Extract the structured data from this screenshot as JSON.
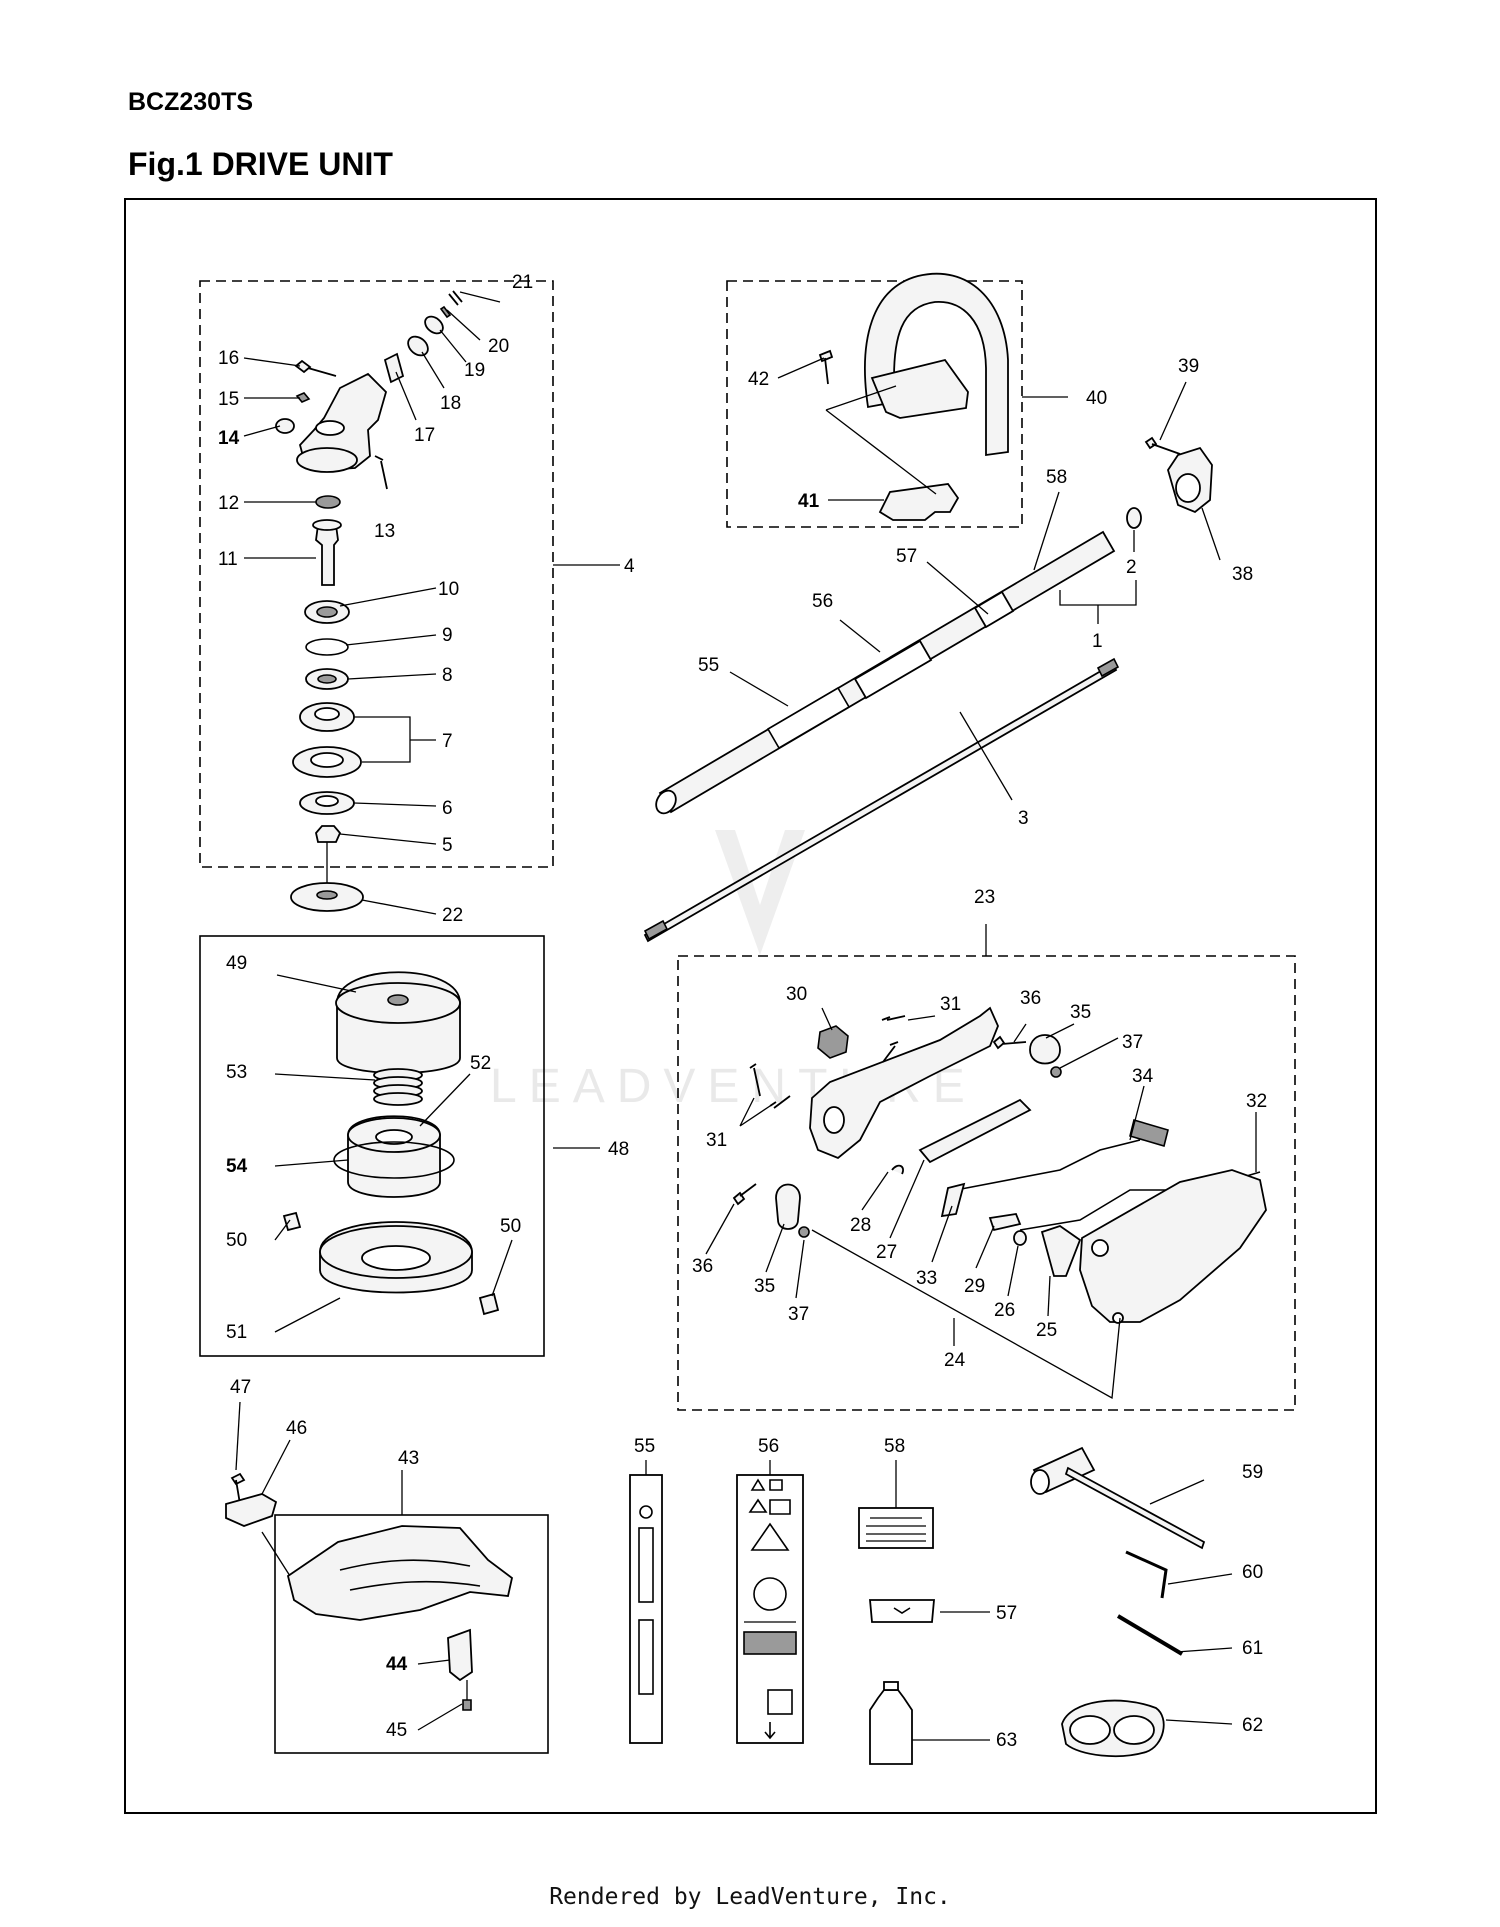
{
  "header": {
    "model": "BCZ230TS",
    "title": "Fig.1 DRIVE UNIT"
  },
  "footer": {
    "text": "Rendered by LeadVenture, Inc."
  },
  "watermark": {
    "text": "LEADVENTURE"
  },
  "callouts": {
    "c1": "1",
    "c2": "2",
    "c3": "3",
    "c4": "4",
    "c5": "5",
    "c6": "6",
    "c7": "7",
    "c8": "8",
    "c9": "9",
    "c10": "10",
    "c11": "11",
    "c12": "12",
    "c13": "13",
    "c14": "14",
    "c15": "15",
    "c16": "16",
    "c17": "17",
    "c18": "18",
    "c19": "19",
    "c20": "20",
    "c21": "21",
    "c22": "22",
    "c23": "23",
    "c24": "24",
    "c25": "25",
    "c26": "26",
    "c27": "27",
    "c28": "28",
    "c29": "29",
    "c30": "30",
    "c31a": "31",
    "c31b": "31",
    "c32": "32",
    "c33": "33",
    "c34": "34",
    "c35a": "35",
    "c35b": "35",
    "c36a": "36",
    "c36b": "36",
    "c37a": "37",
    "c37b": "37",
    "c38": "38",
    "c39": "39",
    "c40": "40",
    "c41": "41",
    "c42": "42",
    "c43": "43",
    "c44": "44",
    "c45": "45",
    "c46": "46",
    "c47": "47",
    "c48": "48",
    "c49": "49",
    "c50a": "50",
    "c50b": "50",
    "c51": "51",
    "c52": "52",
    "c53": "53",
    "c54": "54",
    "c55a": "55",
    "c55b": "55",
    "c56a": "56",
    "c56b": "56",
    "c57a": "57",
    "c57b": "57",
    "c58a": "58",
    "c58b": "58",
    "c59": "59",
    "c60": "60",
    "c61": "61",
    "c62": "62",
    "c63": "63"
  }
}
